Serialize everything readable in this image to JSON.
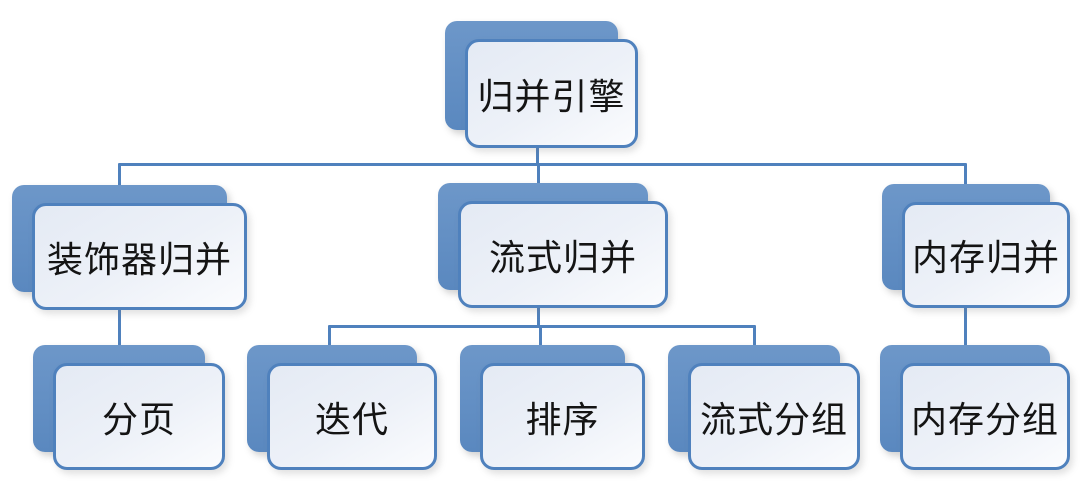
{
  "diagram_type": "hierarchy",
  "nodes": [
    {
      "id": "merge-engine",
      "label": "归并引擎",
      "parent": null
    },
    {
      "id": "decorator-merge",
      "label": "装饰器归并",
      "parent": "merge-engine"
    },
    {
      "id": "stream-merge",
      "label": "流式归并",
      "parent": "merge-engine"
    },
    {
      "id": "memory-merge",
      "label": "内存归并",
      "parent": "merge-engine"
    },
    {
      "id": "pagination",
      "label": "分页",
      "parent": "decorator-merge"
    },
    {
      "id": "iteration",
      "label": "迭代",
      "parent": "stream-merge"
    },
    {
      "id": "sort",
      "label": "排序",
      "parent": "stream-merge"
    },
    {
      "id": "stream-grouping",
      "label": "流式分组",
      "parent": "stream-merge"
    },
    {
      "id": "memory-grouping",
      "label": "内存分组",
      "parent": "memory-merge"
    }
  ],
  "colors": {
    "accent": "#4f81bd",
    "back_card_top": "#6d97c9",
    "back_card_bottom": "#5a88bf",
    "front_card_top": "#e4eaf4",
    "front_card_bottom": "#fbfcfe",
    "text": "#141414",
    "background": "#ffffff"
  }
}
